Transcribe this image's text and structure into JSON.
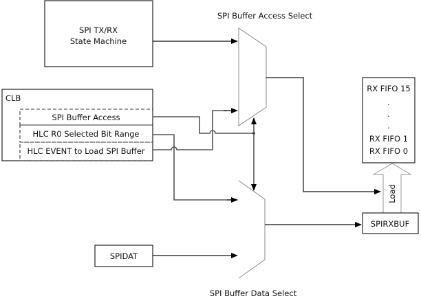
{
  "diagram": {
    "state_machine": {
      "line1": "SPI TX/RX",
      "line2": "State Machine"
    },
    "clb": {
      "title": "CLB",
      "items": [
        {
          "label": "SPI Buffer Access"
        },
        {
          "label": "HLC R0 Selected Bit Range"
        },
        {
          "label": "HLC EVENT to Load SPI Buffer"
        }
      ]
    },
    "spidat": {
      "label": "SPIDAT"
    },
    "mux_access": {
      "label": "SPI Buffer Access Select"
    },
    "mux_data": {
      "label": "SPI Buffer Data Select"
    },
    "rx_fifo": {
      "lines": [
        "RX FIFO 15",
        ".",
        ".",
        ".",
        "RX FIFO 1",
        "RX FIFO 0"
      ]
    },
    "spirxbuf": {
      "label": "SPIRXBUF"
    },
    "load_arrow": {
      "label": "Load"
    }
  }
}
